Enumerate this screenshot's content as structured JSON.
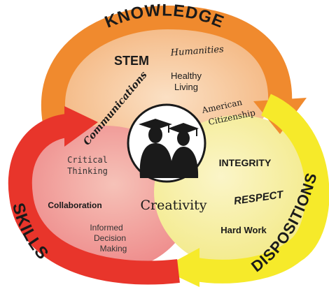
{
  "colors": {
    "knowledge_ring": "#F08A2E",
    "knowledge_fill": "#F6C9A0",
    "skills_ring": "#E8352B",
    "skills_fill": "#F2A4A4",
    "dispositions_ring": "#F6EA2A",
    "dispositions_fill": "#F7F2A8",
    "center_circle": "#FFFFFF",
    "silhouette": "#1A1A1A",
    "text": "#1A1A1A"
  },
  "sections": {
    "knowledge": {
      "title": "KNOWLEDGE",
      "items": [
        "STEM",
        "Humanities",
        "Healthy",
        "Living",
        "American",
        "Citizenship",
        "Communications"
      ]
    },
    "skills": {
      "title": "SKILLS",
      "items": [
        "Critical",
        "Thinking",
        "Collaboration",
        "Informed",
        "Decision",
        "Making"
      ]
    },
    "dispositions": {
      "title": "DISPOSITIONS",
      "items": [
        "INTEGRITY",
        "RESPECT",
        "Hard Work"
      ]
    }
  },
  "center": {
    "label": "Creativity",
    "icon": "graduates-silhouette-icon"
  }
}
